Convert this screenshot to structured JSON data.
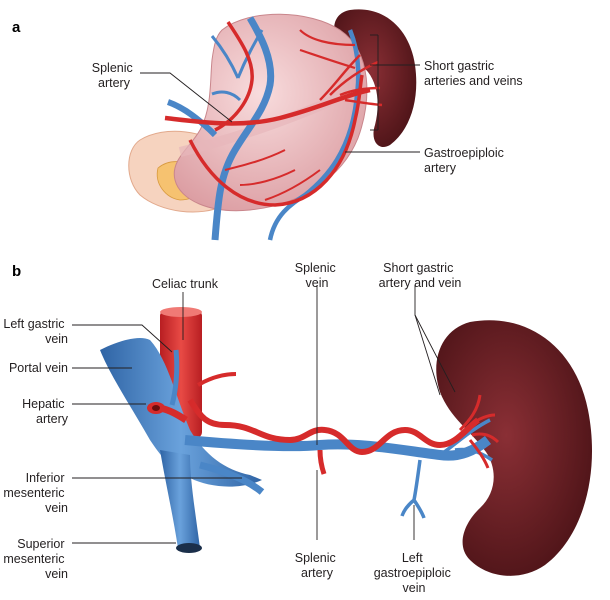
{
  "panels": {
    "a": "a",
    "b": "b"
  },
  "labels": {
    "splenic_artery_a": [
      "Splenic",
      "artery"
    ],
    "short_gastric_a": [
      "Short gastric",
      "arteries and veins"
    ],
    "gastroepiploic_a": [
      "Gastroepiploic",
      "artery"
    ],
    "celiac_trunk": [
      "Celiac trunk"
    ],
    "splenic_vein_b": [
      "Splenic",
      "vein"
    ],
    "short_gastric_b": [
      "Short gastric",
      "artery and vein"
    ],
    "left_gastric_vein": [
      "Left gastric",
      "vein"
    ],
    "portal_vein": [
      "Portal vein"
    ],
    "hepatic_artery": [
      "Hepatic",
      "artery"
    ],
    "inferior_mesenteric_vein": [
      "Inferior",
      "mesenteric",
      "vein"
    ],
    "superior_mesenteric_vein": [
      "Superior",
      "mesenteric",
      "vein"
    ],
    "splenic_artery_b": [
      "Splenic",
      "artery"
    ],
    "left_gastroepiploic_vein": [
      "Left",
      "gastroepiploic",
      "vein"
    ]
  },
  "colors": {
    "artery": "#d62b2b",
    "vein": "#4a86c7",
    "spleen": "#6b1f24",
    "stomach": "#f0c4c6",
    "pancreas": "#f6c98a"
  }
}
